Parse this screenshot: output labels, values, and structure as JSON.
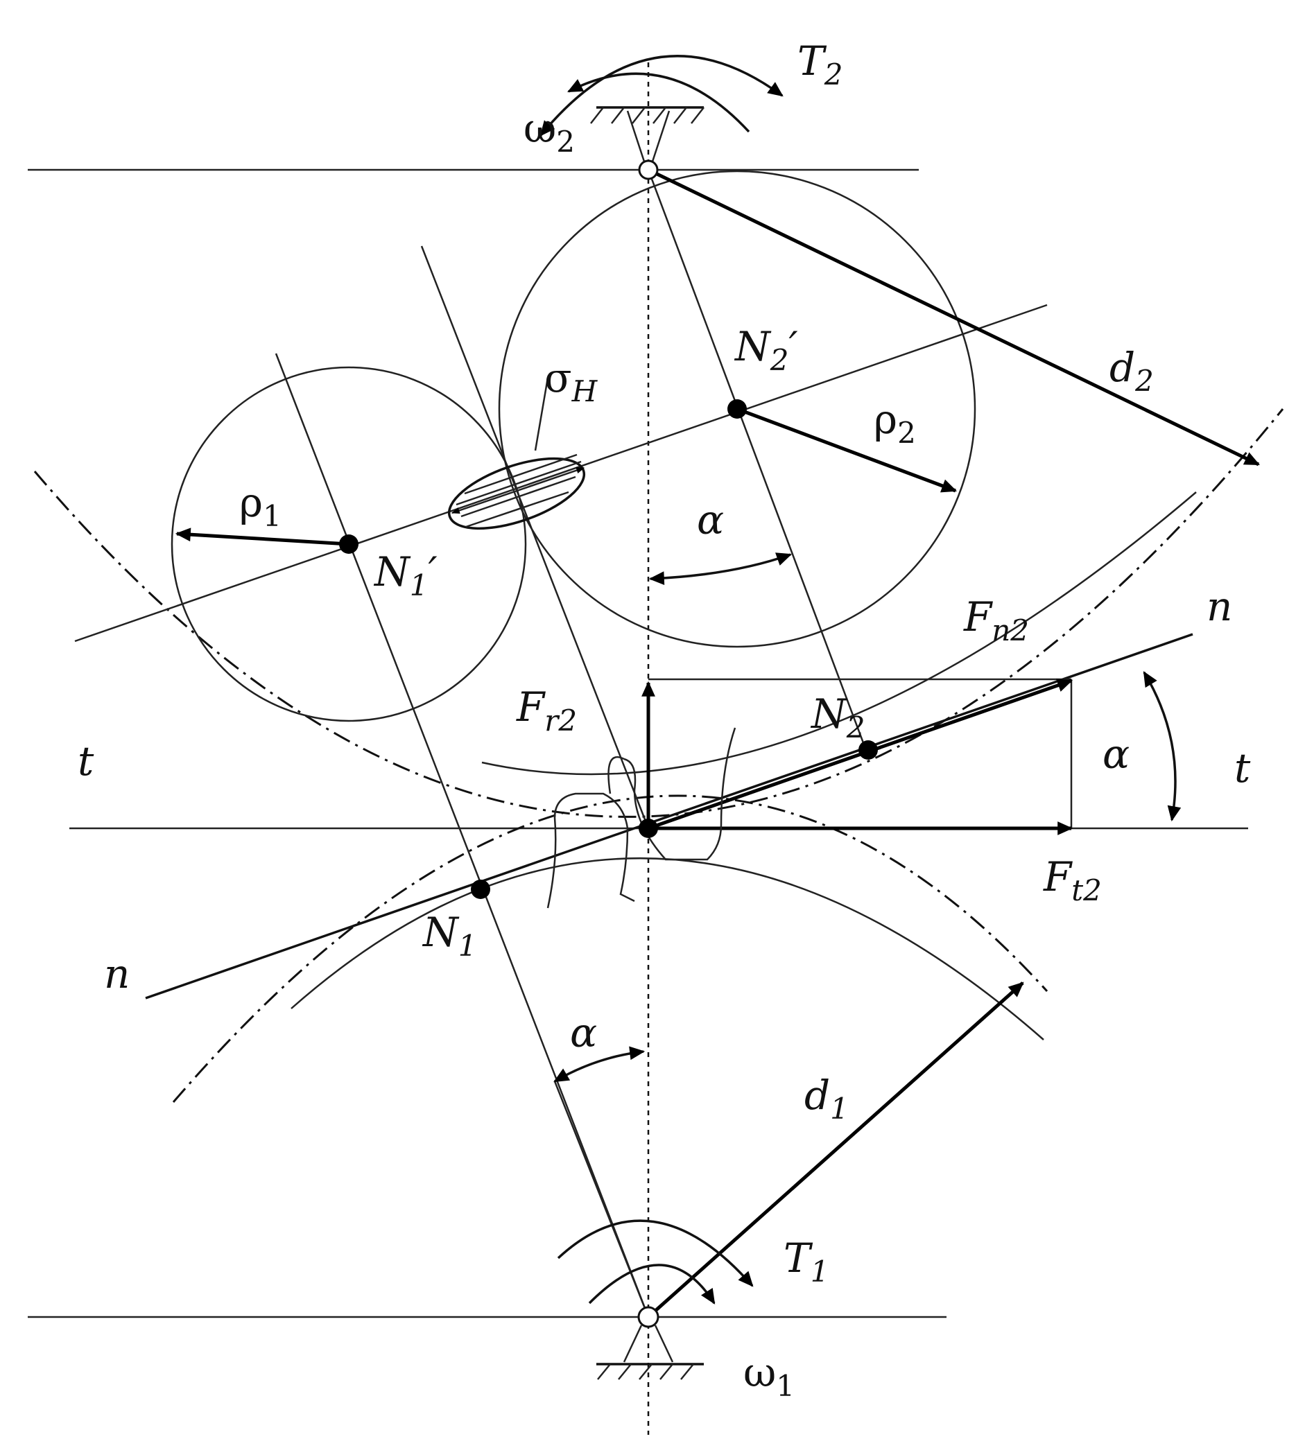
{
  "labels": {
    "T2": [
      "T",
      "2"
    ],
    "omega2": [
      "ω",
      "2"
    ],
    "N2prime": [
      "N",
      "2",
      "′"
    ],
    "d2": [
      "d",
      "2"
    ],
    "sigmaH": [
      "σ",
      "H"
    ],
    "rho2": [
      "ρ",
      "2"
    ],
    "rho1": [
      "ρ",
      "1"
    ],
    "N1prime": [
      "N",
      "1",
      "′"
    ],
    "alpha_top": "α",
    "Fn2": [
      "F",
      "n2"
    ],
    "n_right": "n",
    "Fr2": [
      "F",
      "r2"
    ],
    "N2": [
      "N",
      "2"
    ],
    "alpha_right": "α",
    "t_left": "t",
    "t_right": "t",
    "Ft2": [
      "F",
      "t2"
    ],
    "N1": [
      "N",
      "1"
    ],
    "n_left": "n",
    "alpha_bottom": "α",
    "d1": [
      "d",
      "1"
    ],
    "T1": [
      "T",
      "1"
    ],
    "omega1": [
      "ω",
      "1"
    ]
  },
  "colors": {
    "ink": "#111111",
    "background": "#ffffff"
  }
}
